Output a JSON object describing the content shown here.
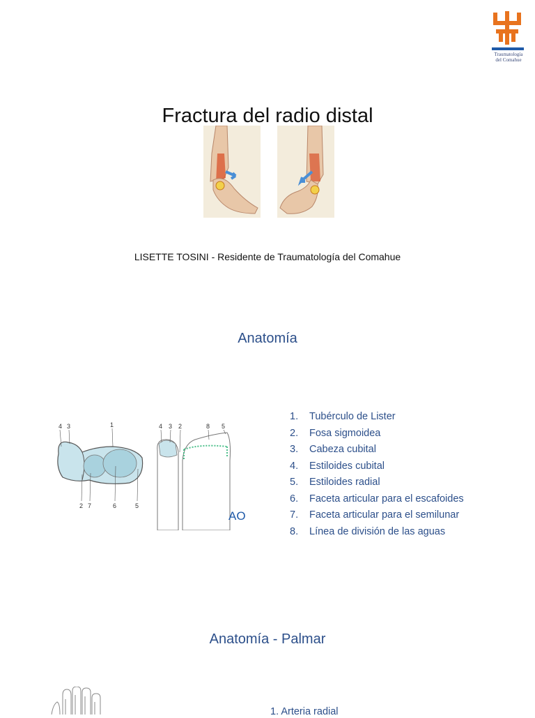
{
  "logo": {
    "line1": "Traumatología",
    "line2": "del Comahue",
    "brand_color": "#e8731e",
    "bar_color": "#1f5aa8"
  },
  "slide1": {
    "title": "Fractura del radio distal",
    "author": "LISETTE TOSINI - Residente de Traumatología del Comahue"
  },
  "slide2": {
    "heading": "Anatomía",
    "figure": {
      "labels_left": [
        "4",
        "3",
        "1",
        "2",
        "7",
        "6",
        "5"
      ],
      "labels_right": [
        "4",
        "3",
        "2",
        "8",
        "5"
      ],
      "ao_mark": "AO"
    },
    "items": [
      {
        "num": "1.",
        "text": "Tubérculo de Lister"
      },
      {
        "num": "2.",
        "text": "Fosa sigmoidea"
      },
      {
        "num": "3.",
        "text": "Cabeza cubital"
      },
      {
        "num": "4.",
        "text": "Estiloides cubital"
      },
      {
        "num": "5.",
        "text": "Estiloides radial"
      },
      {
        "num": "6.",
        "text": "Faceta articular para el escafoides"
      },
      {
        "num": "7.",
        "text": "Faceta articular para el semilunar"
      },
      {
        "num": "8.",
        "text": "Línea de división de las aguas"
      }
    ]
  },
  "slide3": {
    "heading": "Anatomía - Palmar",
    "first_item": "1.   Arteria radial"
  },
  "colors": {
    "accent_blue": "#2c4f8a",
    "bone_fill": "#c9e4ec",
    "arrow_blue": "#4a8fd6"
  }
}
